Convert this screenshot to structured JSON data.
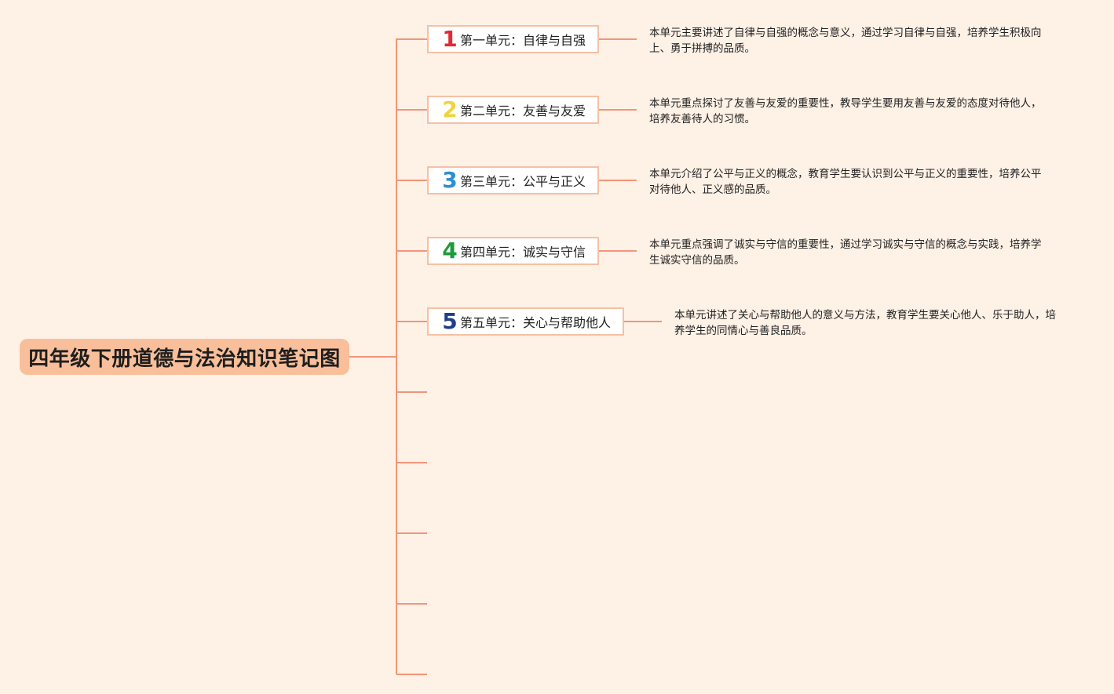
{
  "root": {
    "title": "四年级下册道德与法治知识笔记图"
  },
  "colors": {
    "background": "#fef1e6",
    "connector": "#f2957a",
    "root_fill": "#f9bf9a",
    "box_border": "#f6c0a4"
  },
  "units": [
    {
      "number": "1",
      "number_color": "#e02a36",
      "label": "第一单元：自律与自强",
      "description": "本单元主要讲述了自律与自强的概念与意义，通过学习自律与自强，培养学生积极向上、勇于拼搏的品质。"
    },
    {
      "number": "2",
      "number_color": "#f1d33d",
      "label": "第二单元：友善与友爱",
      "description": "本单元重点探讨了友善与友爱的重要性，教导学生要用友善与友爱的态度对待他人，培养友善待人的习惯。"
    },
    {
      "number": "3",
      "number_color": "#2a8fd4",
      "label": "第三单元：公平与正义",
      "description": "本单元介绍了公平与正义的概念，教育学生要认识到公平与正义的重要性，培养公平对待他人、正义感的品质。"
    },
    {
      "number": "4",
      "number_color": "#1f9a3a",
      "label": "第四单元：诚实与守信",
      "description": "本单元重点强调了诚实与守信的重要性，通过学习诚实与守信的概念与实践，培养学生诚实守信的品质。"
    },
    {
      "number": "5",
      "number_color": "#1f3d8a",
      "label": "第五单元：关心与帮助他人",
      "description": "本单元讲述了关心与帮助他人的意义与方法，教育学生要关心他人、乐于助人，培养学生的同情心与善良品质。"
    }
  ]
}
